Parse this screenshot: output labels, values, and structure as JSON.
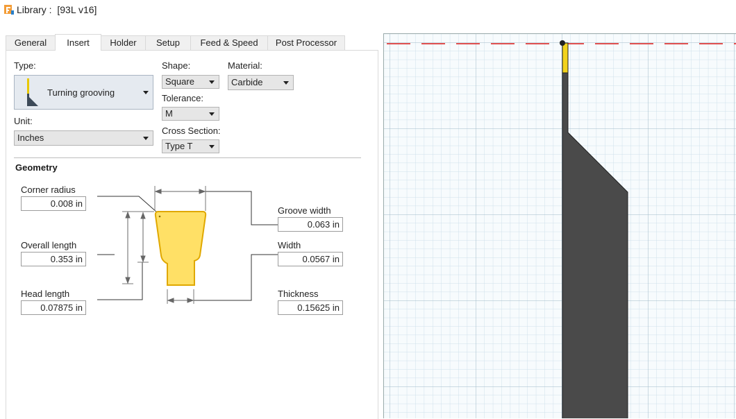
{
  "window": {
    "title": "Library :  [93L v16]",
    "icon": "app-logo-icon"
  },
  "tabs": [
    {
      "label": "General"
    },
    {
      "label": "Insert",
      "active": true
    },
    {
      "label": "Holder"
    },
    {
      "label": "Setup"
    },
    {
      "label": "Feed & Speed"
    },
    {
      "label": "Post Processor"
    }
  ],
  "form": {
    "type_label": "Type:",
    "type_value": "Turning grooving",
    "unit_label": "Unit:",
    "unit_value": "Inches",
    "shape_label": "Shape:",
    "shape_value": "Square",
    "tolerance_label": "Tolerance:",
    "tolerance_value": "M",
    "cross_section_label": "Cross Section:",
    "cross_section_value": "Type T",
    "material_label": "Material:",
    "material_value": "Carbide"
  },
  "geometry": {
    "section_title": "Geometry",
    "corner_radius_label": "Corner radius",
    "corner_radius_value": "0.008 in",
    "overall_length_label": "Overall length",
    "overall_length_value": "0.353 in",
    "head_length_label": "Head length",
    "head_length_value": "0.07875 in",
    "groove_width_label": "Groove width",
    "groove_width_value": "0.063 in",
    "width_label": "Width",
    "width_value": "0.0567 in",
    "thickness_label": "Thickness",
    "thickness_value": "0.15625 in"
  },
  "colors": {
    "insert_fill": "#ffe066",
    "insert_stroke": "#e0a800",
    "holder_fill": "#4a4a4a",
    "axis_dash": "#e05050",
    "grid_minor": "#cfe0ea",
    "grid_major": "#9fb8c8"
  }
}
